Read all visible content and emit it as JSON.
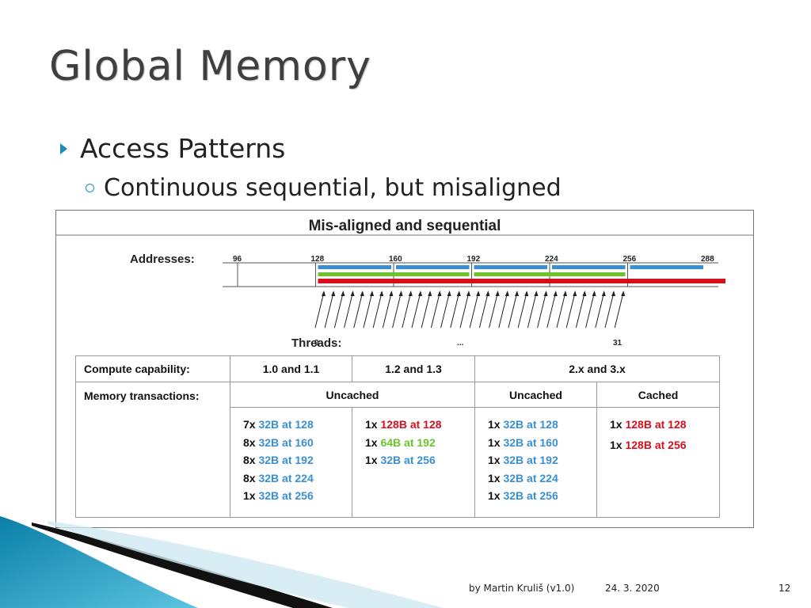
{
  "slide": {
    "title": "Global Memory",
    "bullet1": "Access Patterns",
    "bullet2": "Continuous sequential, but misaligned"
  },
  "diagram": {
    "title": "Mis-aligned and sequential",
    "addresses_label": "Addresses:",
    "threads_label": "Threads:",
    "thread_first": "0",
    "thread_ellipsis": "...",
    "thread_last": "31",
    "address_ticks": [
      "96",
      "128",
      "160",
      "192",
      "224",
      "256",
      "288"
    ]
  },
  "table": {
    "row1_label": "Compute capability:",
    "cc1": "1.0 and 1.1",
    "cc2": "1.2 and 1.3",
    "cc3": "2.x and 3.x",
    "row2_label": "Memory transactions:",
    "uncached1": "Uncached",
    "uncached2": "Uncached",
    "cached": "Cached",
    "col1": [
      {
        "count": "7x",
        "text": "32B at 128"
      },
      {
        "count": "8x",
        "text": "32B at 160"
      },
      {
        "count": "8x",
        "text": "32B at 192"
      },
      {
        "count": "8x",
        "text": "32B at 224"
      },
      {
        "count": "1x",
        "text": "32B at 256"
      }
    ],
    "col2": [
      {
        "count": "1x",
        "text": "128B at 128"
      },
      {
        "count": "1x",
        "text": "64B at 192"
      },
      {
        "count": "1x",
        "text": "32B at 256"
      }
    ],
    "col3": [
      {
        "count": "1x",
        "text": "32B at 128"
      },
      {
        "count": "1x",
        "text": "32B at 160"
      },
      {
        "count": "1x",
        "text": "32B at 192"
      },
      {
        "count": "1x",
        "text": "32B at 224"
      },
      {
        "count": "1x",
        "text": "32B at 256"
      }
    ],
    "col4": [
      {
        "count": "1x",
        "text": "128B at 128"
      },
      {
        "count": "1x",
        "text": "128B at 256"
      }
    ]
  },
  "colors": {
    "blue": "#3a8fd3",
    "green": "#6cc42a",
    "red": "#d5101e",
    "accent": "#1b8fb5"
  },
  "footer": {
    "author": "by Martin Kruliš (v1.0)",
    "date": "24. 3. 2020",
    "page": "12"
  },
  "chart_data": {
    "type": "table",
    "title": "Mis-aligned and sequential",
    "columns": [
      "Compute capability",
      "1.0 and 1.1",
      "1.2 and 1.3",
      "2.x and 3.x Uncached",
      "2.x and 3.x Cached"
    ],
    "rows": [
      [
        "Memory transactions",
        "7x 32B at 128; 8x 32B at 160; 8x 32B at 192; 8x 32B at 224; 1x 32B at 256",
        "1x 128B at 128; 1x 64B at 192; 1x 32B at 256",
        "1x 32B at 128; 1x 32B at 160; 1x 32B at 192; 1x 32B at 224; 1x 32B at 256",
        "1x 128B at 128; 1x 128B at 256"
      ]
    ],
    "addresses": [
      96,
      128,
      160,
      192,
      224,
      256,
      288
    ],
    "threads": [
      0,
      31
    ]
  }
}
